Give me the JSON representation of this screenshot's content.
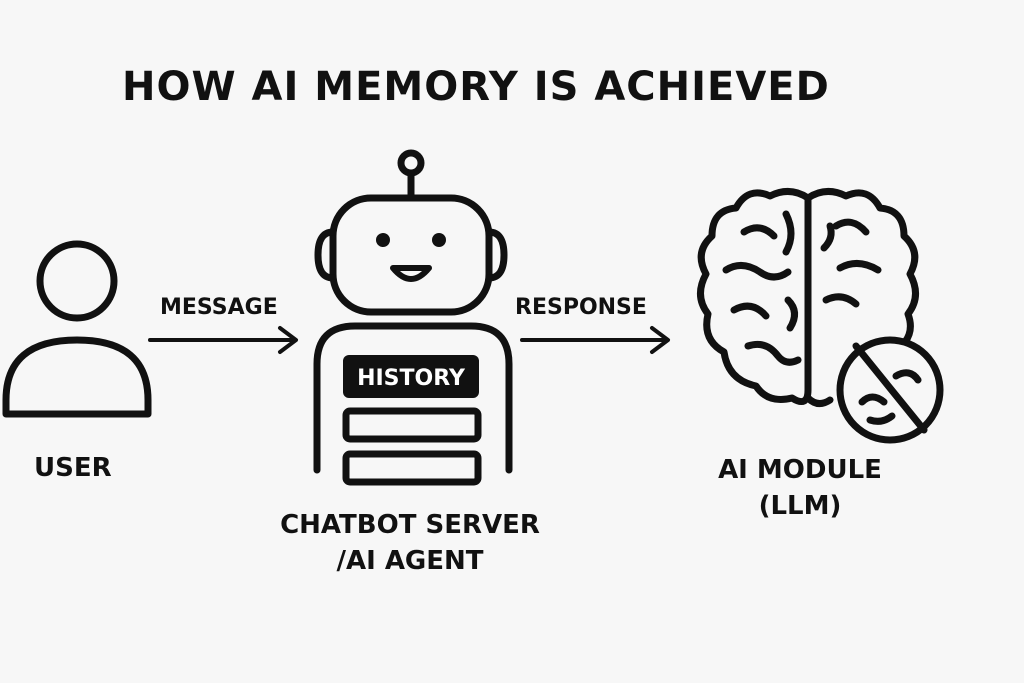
{
  "title": "HOW AI MEMORY IS ACHIEVED",
  "nodes": {
    "user": {
      "label": "USER",
      "icon": "user-icon"
    },
    "server": {
      "label_line1": "CHATBOT SERVER",
      "label_line2": "/AI AGENT",
      "icon": "robot-icon",
      "history_label": "HISTORY"
    },
    "module": {
      "label_line1": "AI MODULE",
      "label_line2": "(LLM)",
      "icon": "brain-icon",
      "badge_icon": "no-memory-icon"
    }
  },
  "edges": {
    "message": "MESSAGE",
    "response": "RESPONSE"
  },
  "colors": {
    "stroke": "#111111",
    "background": "#f7f7f7",
    "history_fill": "#111111"
  }
}
